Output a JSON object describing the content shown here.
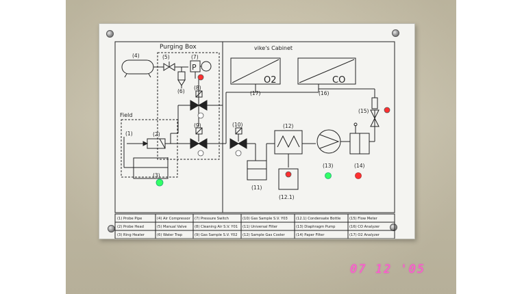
{
  "sections": {
    "purging_box": "Purging Box",
    "cabinet": "vike's Cabinet",
    "field": "Field"
  },
  "analyzers": {
    "o2": "O2",
    "co": "CO"
  },
  "numbers": {
    "n1": "(1)",
    "n2": "(2)",
    "n3": "(3)",
    "n4": "(4)",
    "n5": "(5)",
    "n6": "(6)",
    "n7": "(7)",
    "n8": "(8)",
    "n9": "(9)",
    "n10": "(10)",
    "n11": "(11)",
    "n12": "(12)",
    "n12_1": "(12.1)",
    "n13": "(13)",
    "n14": "(14)",
    "n15": "(15)",
    "n16": "(16)",
    "n17": "(17)",
    "p": "P"
  },
  "legend": {
    "r1": [
      "(1) Probe Pipe",
      "(4) Air Compressor",
      "(7) Pressure Switch",
      "(10) Gas Sample S.V. Y03",
      "(12.1) Condensate Bottle",
      "(15) Flow Meter"
    ],
    "r2": [
      "(2) Probe Head",
      "(5) Manual Valve",
      "(8) Cleaning Air S.V. Y01",
      "(11) Universal Filter",
      "(13) Diaphragm Pump",
      "(16) CO Analyzer"
    ],
    "r3": [
      "(3) Ring Heater",
      "(6) Water Trap",
      "(9) Gas Sample S.V. Y02",
      "(12) Sample Gas Cooler",
      "(14) Paper Filter",
      "(17) O2 Analyzer"
    ]
  },
  "date_stamp": "07 12 '05",
  "colors": {
    "lamp_red": "#ff3030",
    "lamp_green": "#33ff66",
    "lamp_white": "#ffffff",
    "date": "#ff5ad2"
  }
}
